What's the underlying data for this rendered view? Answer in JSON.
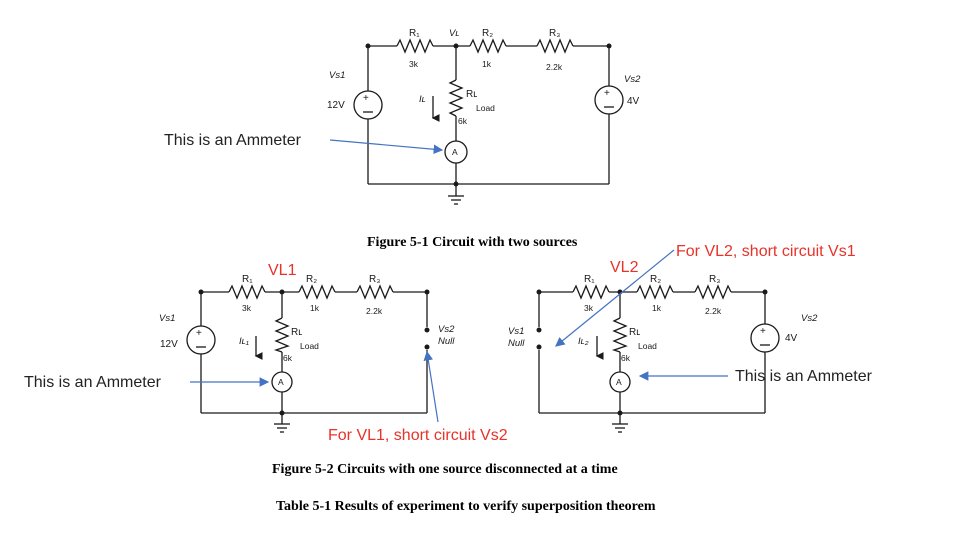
{
  "figure1": {
    "r1": "R₁",
    "vl": "Vʟ",
    "r2": "R₂",
    "r3": "R₃",
    "r1_val": "3k",
    "r2_val": "1k",
    "r3_val": "2.2k",
    "vs1": "Vs1",
    "vs1_val": "12V",
    "vs2": "Vs2",
    "vs2_val": "4V",
    "il": "Iʟ",
    "rl": "Rʟ",
    "load": "Load",
    "rl_val": "6k",
    "ammeter": "A",
    "note_ammeter": "This is an Ammeter",
    "caption": "Figure 5-1 Circuit with two sources"
  },
  "figure2_left": {
    "vl1": "VL1",
    "r1": "R₁",
    "r2": "R₂",
    "r3": "R₃",
    "r1_val": "3k",
    "r2_val": "1k",
    "r3_val": "2.2k",
    "vs1": "Vs1",
    "vs1_val": "12V",
    "vs2": "Vs2",
    "vs2_state": "Null",
    "il": "Iʟ₁",
    "rl": "Rʟ",
    "load": "Load",
    "rl_val": "6k",
    "ammeter": "A",
    "note_ammeter": "This is an Ammeter",
    "note_short": "For VL1, short circuit Vs2"
  },
  "figure2_right": {
    "vl2": "VL2",
    "r1": "R₁",
    "r2": "R₂",
    "r3": "R₃",
    "r1_val": "3k",
    "r2_val": "1k",
    "r3_val": "2.2k",
    "vs1": "Vs1",
    "vs1_state": "Null",
    "vs2": "Vs2",
    "vs2_val": "4V",
    "il": "Iʟ₂",
    "rl": "Rʟ",
    "load": "Load",
    "rl_val": "6k",
    "ammeter": "A",
    "note_ammeter": "This is an Ammeter",
    "note_short": "For VL2, short circuit Vs1"
  },
  "caption_fig2": "Figure 5-2 Circuits with one source disconnected at a time",
  "caption_table": "Table 5-1 Results of experiment to verify superposition theorem"
}
